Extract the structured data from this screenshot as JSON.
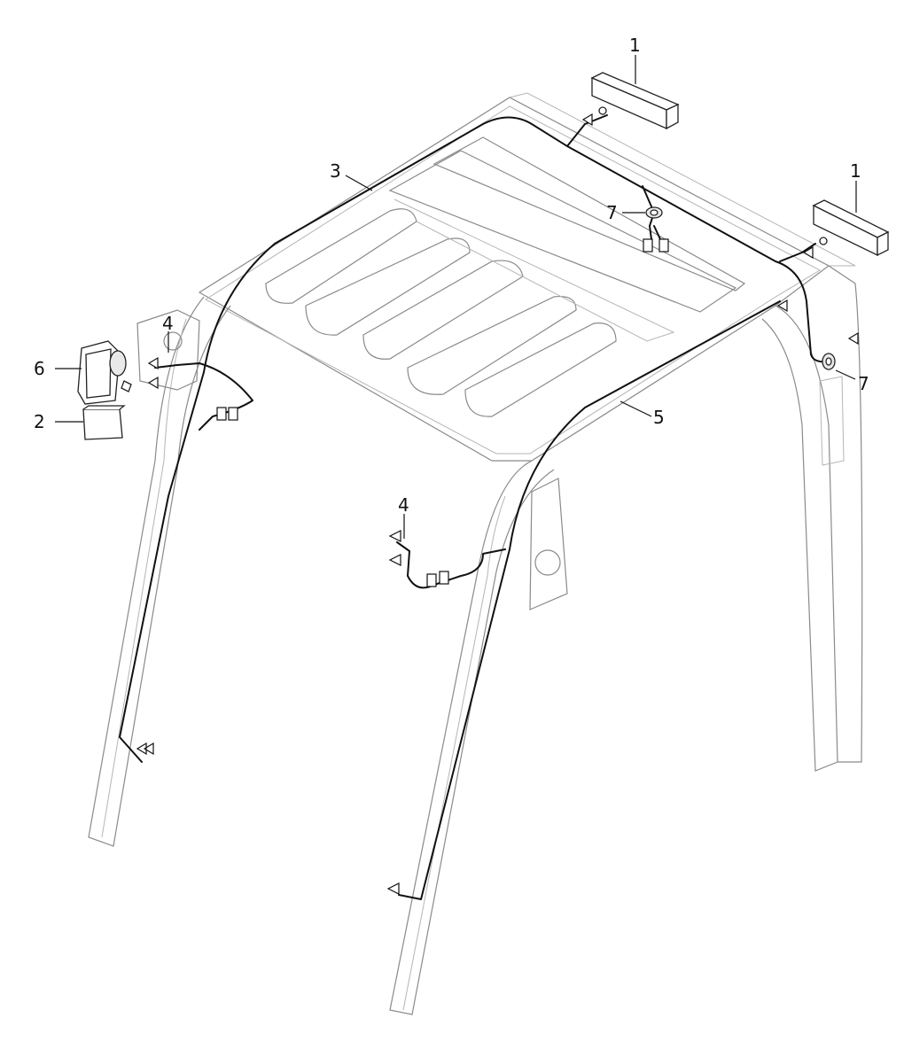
{
  "diagram": {
    "callouts": [
      {
        "id": "c1a",
        "label": "1"
      },
      {
        "id": "c1b",
        "label": "1"
      },
      {
        "id": "c2",
        "label": "2"
      },
      {
        "id": "c3",
        "label": "3"
      },
      {
        "id": "c4a",
        "label": "4"
      },
      {
        "id": "c4b",
        "label": "4"
      },
      {
        "id": "c5",
        "label": "5"
      },
      {
        "id": "c6",
        "label": "6"
      },
      {
        "id": "c7a",
        "label": "7"
      },
      {
        "id": "c7b",
        "label": "7"
      }
    ]
  }
}
